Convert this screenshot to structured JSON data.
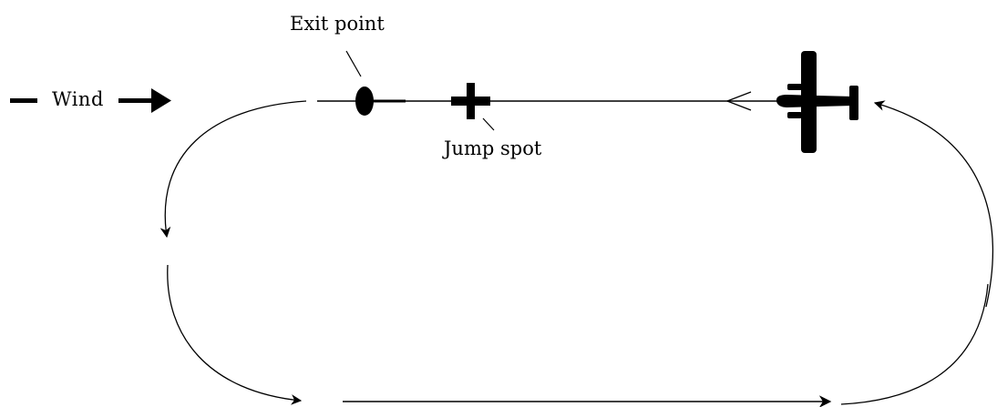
{
  "labels": {
    "exit_point": "Exit point",
    "jump_spot": "Jump spot",
    "wind": "Wind"
  },
  "colors": {
    "ink": "#000000",
    "background": "#ffffff"
  },
  "icons": {
    "wind_arrow": "arrow-right-icon",
    "aircraft": "airplane-icon",
    "jump_spot_marker": "cross-icon",
    "exit_marker": "ellipse-dot-icon"
  }
}
